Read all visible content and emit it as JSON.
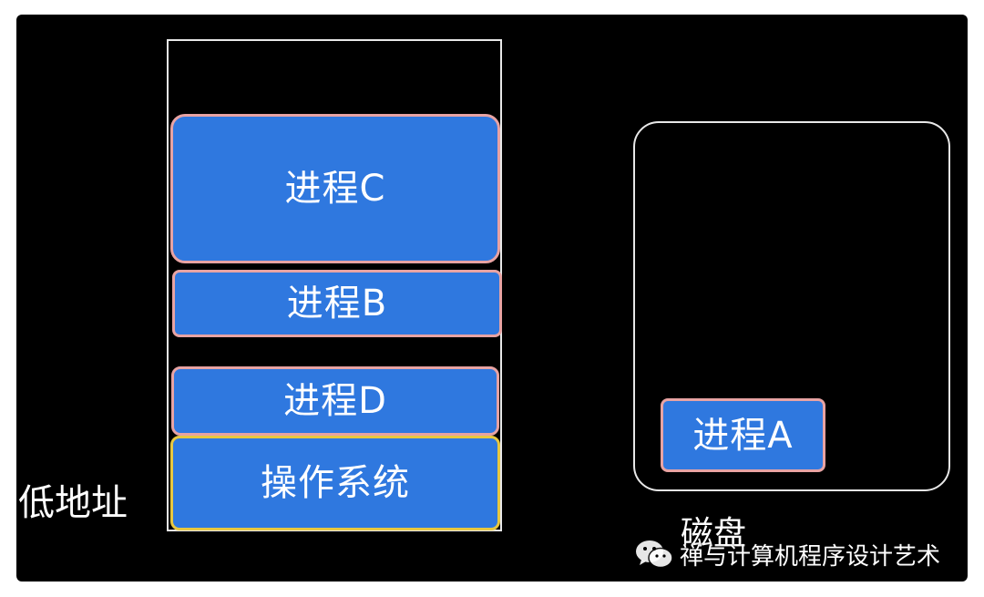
{
  "memory": {
    "blocks": {
      "process_c": "进程C",
      "process_b": "进程B",
      "process_d": "进程D",
      "os": "操作系统"
    },
    "low_address_label": "低地址"
  },
  "disk": {
    "label": "磁盘",
    "blocks": {
      "process_a": "进程A"
    }
  },
  "watermark": {
    "text": "禅与计算机程序设计艺术",
    "icon": "wechat-icon"
  },
  "colors": {
    "background": "#000000",
    "block_fill": "#2f78df",
    "process_border": "#e8a3a3",
    "os_border": "#e8c840",
    "outline": "#e8e8e8"
  }
}
